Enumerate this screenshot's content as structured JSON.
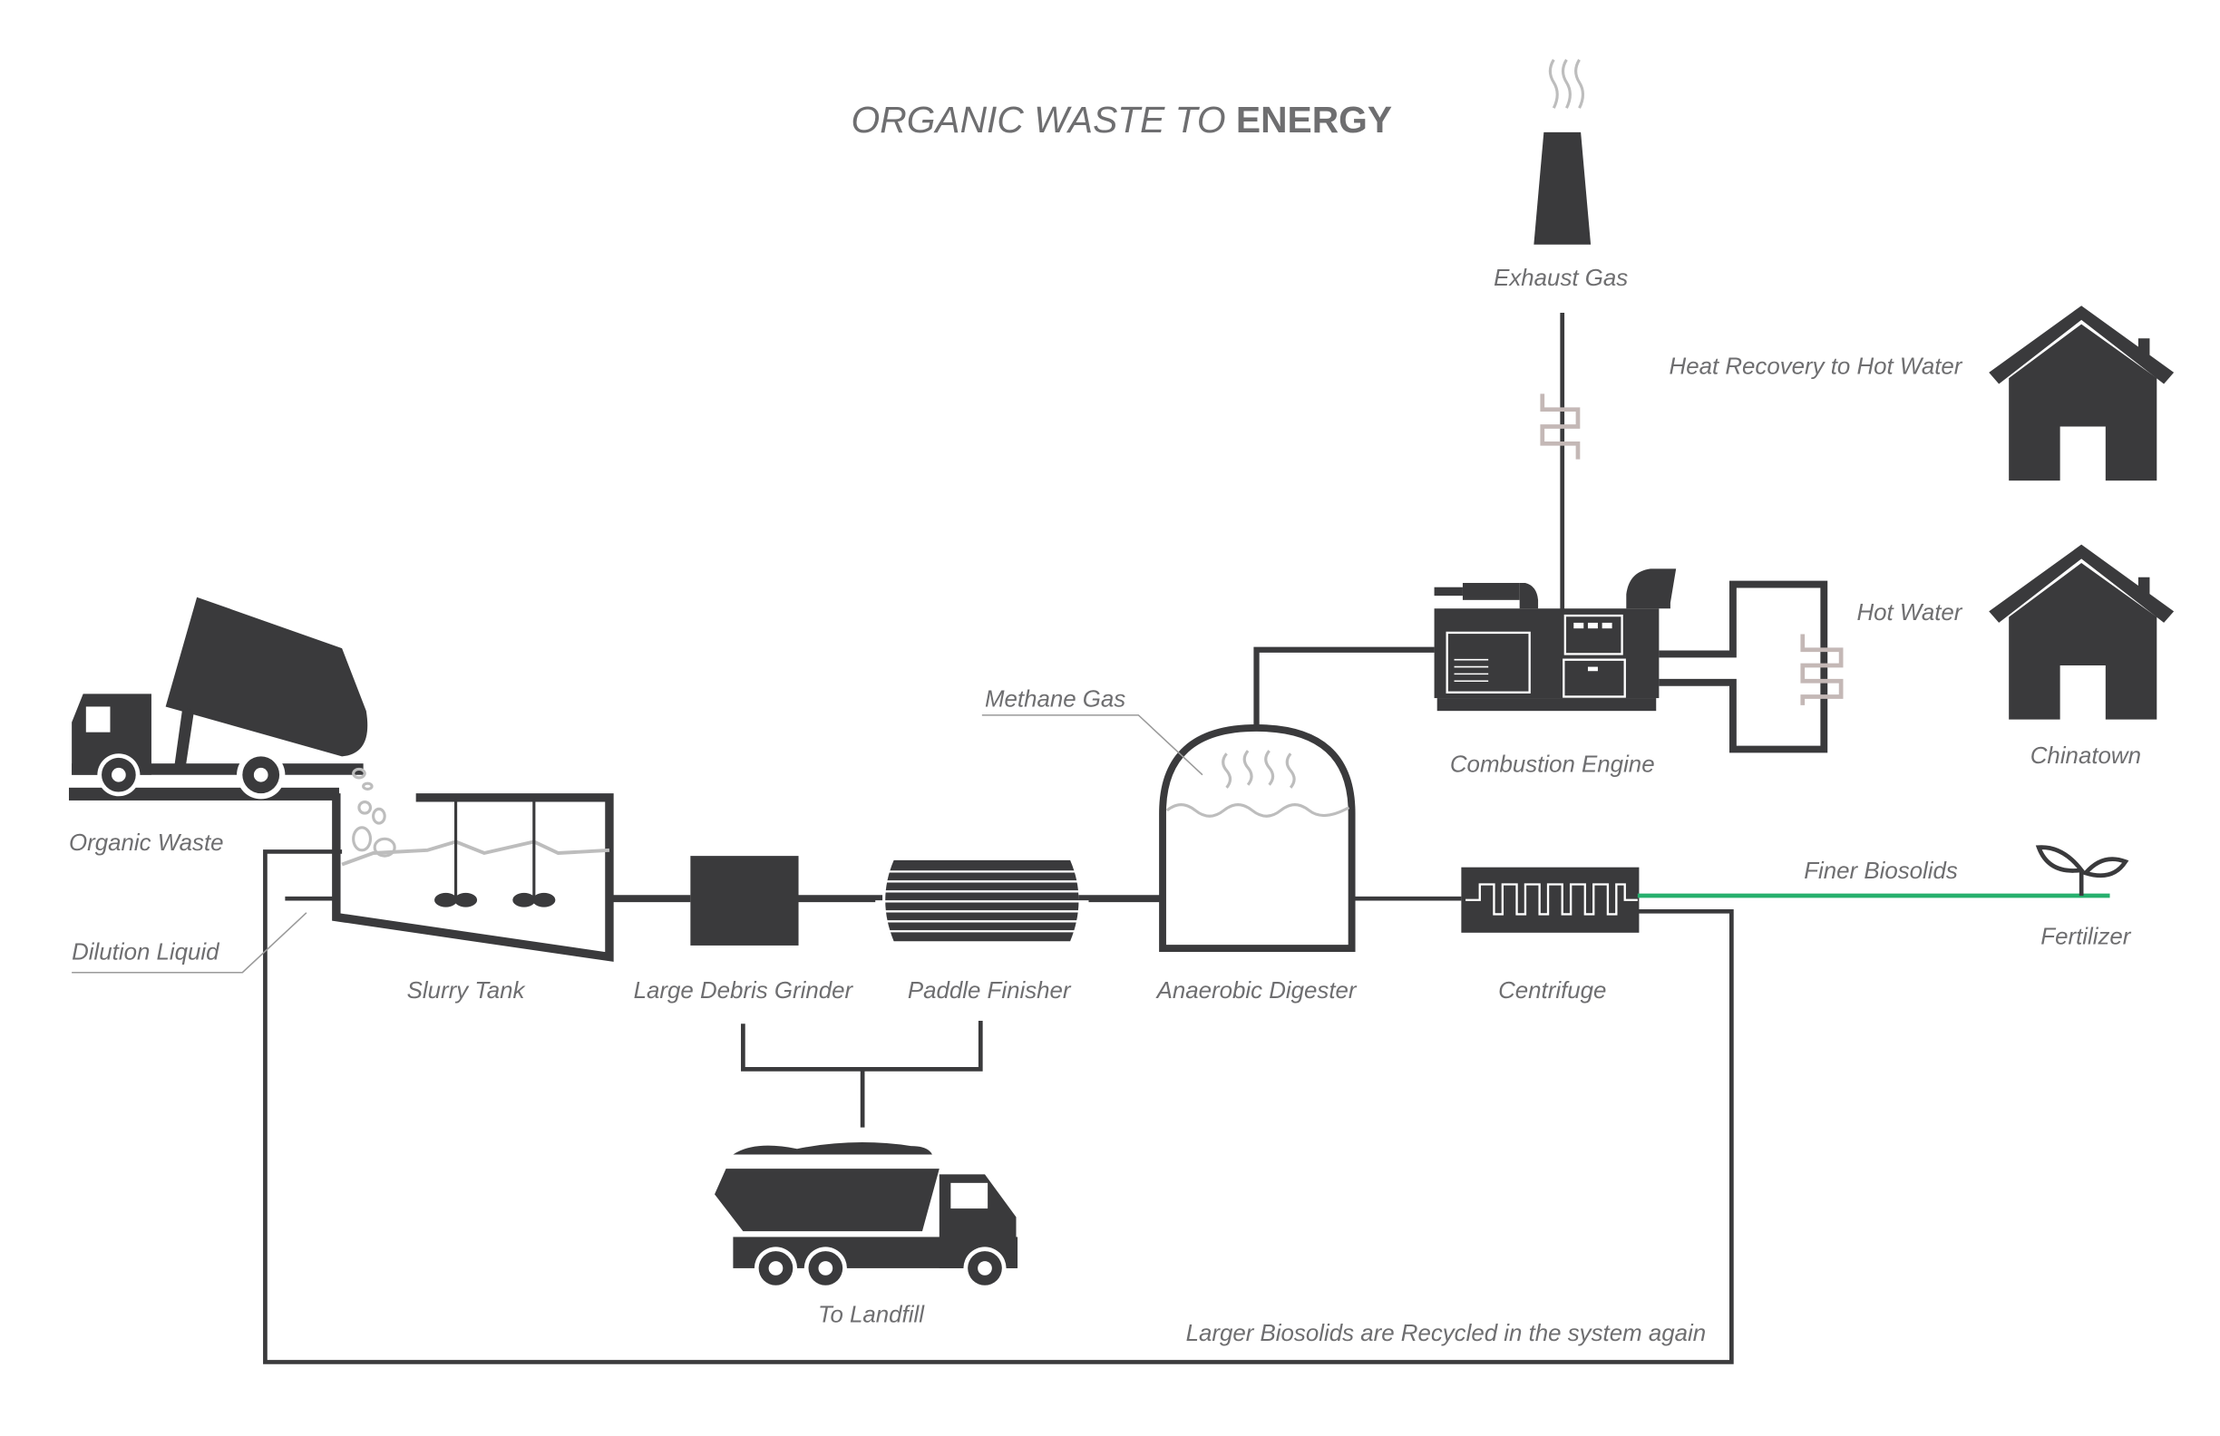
{
  "title": {
    "light": "ORGANIC WASTE TO ",
    "bold": "ENERGY"
  },
  "colors": {
    "dark": "#3a3a3c",
    "text": "#6e6e70",
    "hot": "#f0917a",
    "cold": "#5fcdf0",
    "fertilizer": "#27b06e",
    "liquid": "#bdbdbd"
  },
  "labels": {
    "exhaust_gas": "Exhaust Gas",
    "heat_recovery": "Heat Recovery to Hot Water",
    "hot_water": "Hot Water",
    "chinatown": "Chinatown",
    "combustion_engine": "Combustion Engine",
    "methane_gas": "Methane Gas",
    "organic_waste": "Organic Waste",
    "dilution_liquid": "Dilution Liquid",
    "slurry_tank": "Slurry Tank",
    "grinder": "Large Debris Grinder",
    "paddle_finisher": "Paddle Finisher",
    "digester": "Anaerobic Digester",
    "centrifuge": "Centrifuge",
    "finer_biosolids": "Finer Biosolids",
    "fertilizer": "Fertilizer",
    "to_landfill": "To Landfill",
    "recycled": "Larger Biosolids are Recycled in the system again"
  },
  "icons": [
    "dump-truck-icon",
    "slurry-tank-icon",
    "grinder-icon",
    "paddle-finisher-icon",
    "digester-icon",
    "combustion-engine-icon",
    "chimney-icon",
    "house-icon",
    "centrifuge-icon",
    "plant-icon",
    "landfill-truck-icon"
  ]
}
